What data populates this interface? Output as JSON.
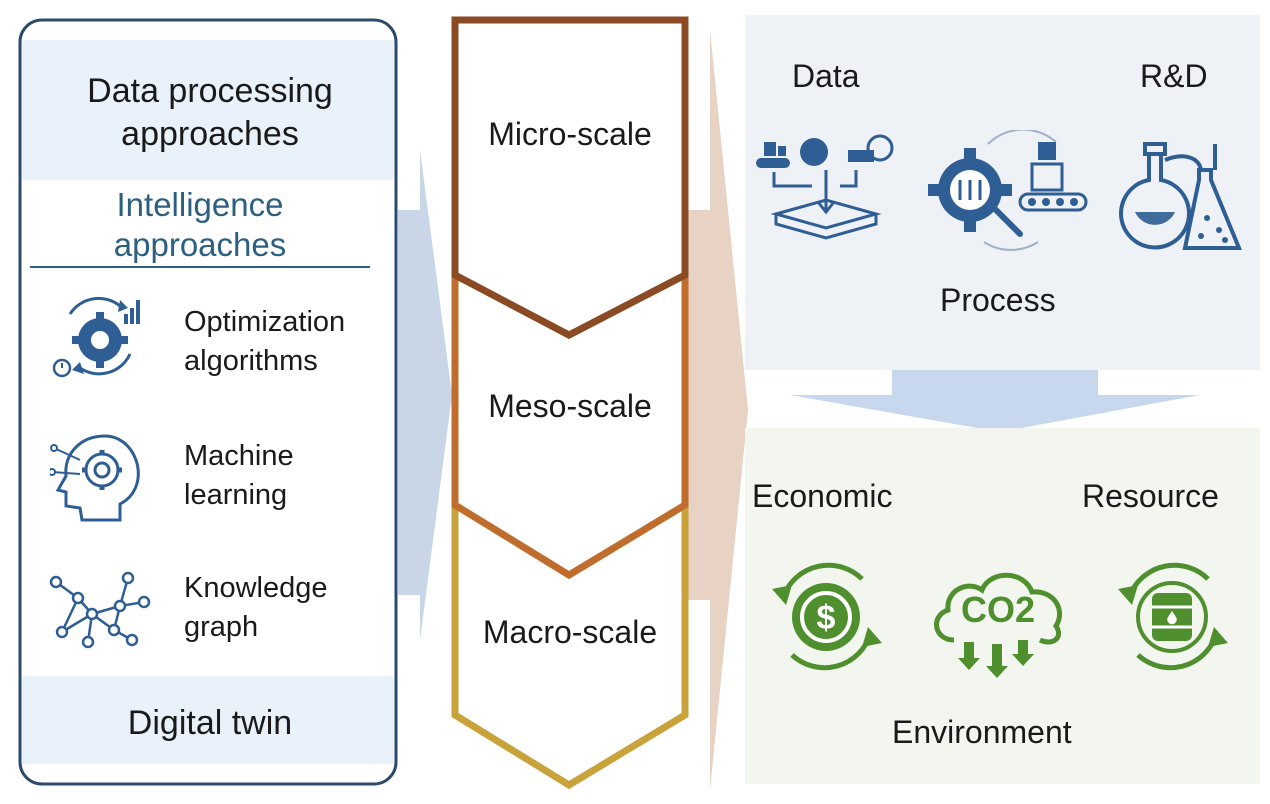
{
  "left_panel": {
    "data_processing": "Data processing approaches",
    "intelligence": "Intelligence approaches",
    "items": [
      {
        "label": "Optimization algorithms",
        "icon": "gear-optimization-icon"
      },
      {
        "label": "Machine learning",
        "icon": "head-gear-icon"
      },
      {
        "label": "Knowledge graph",
        "icon": "graph-network-icon"
      }
    ],
    "digital_twin": "Digital twin"
  },
  "scales": [
    "Micro-scale",
    "Meso-scale",
    "Macro-scale"
  ],
  "right_top": {
    "data": "Data",
    "rd": "R&D",
    "process": "Process"
  },
  "right_bottom": {
    "economic": "Economic",
    "resource": "Resource",
    "environment": "Environment",
    "co2": "CO2"
  },
  "colors": {
    "panel_border": "#2c4a6b",
    "panel_fill": "#e9f1fb",
    "micro": "#8a4a24",
    "meso": "#c06c2c",
    "macro": "#c9a23a",
    "icon_blue": "#2e5e93",
    "icon_green": "#4f8f2e"
  }
}
